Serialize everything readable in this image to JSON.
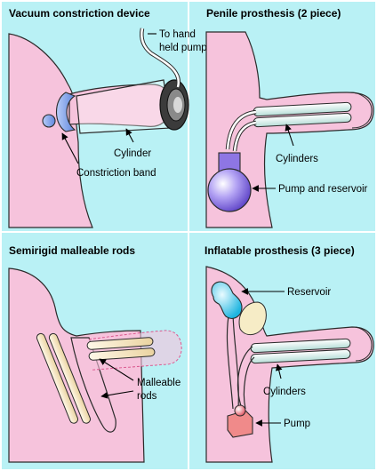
{
  "panels": {
    "vacuum": {
      "title": "Vacuum constriction device",
      "labels": {
        "pump_line1": "To hand",
        "pump_line2": "held pump",
        "cylinder": "Cylinder",
        "band": "Constriction band"
      }
    },
    "penile2": {
      "title": "Penile prosthesis (2 piece)",
      "labels": {
        "cylinders": "Cylinders",
        "pump": "Pump and reservoir"
      }
    },
    "rods": {
      "title": "Semirigid malleable rods",
      "labels": {
        "rods_line1": "Malleable",
        "rods_line2": "rods"
      }
    },
    "inflatable3": {
      "title": "Inflatable prosthesis (3 piece)",
      "labels": {
        "reservoir": "Reservoir",
        "cylinders": "Cylinders",
        "pump": "Pump"
      }
    }
  },
  "colors": {
    "background": "#b9f1f5",
    "skin": "#f6c3dc",
    "device_blue": "#7e9fe6",
    "reservoir_cyan": "#39c6ea",
    "pump_purple": "#8e76e4",
    "pump_box_red": "#f08a8a",
    "rod_cream": "#f4e3bd",
    "cylinder_mint": "#dff3ef"
  }
}
